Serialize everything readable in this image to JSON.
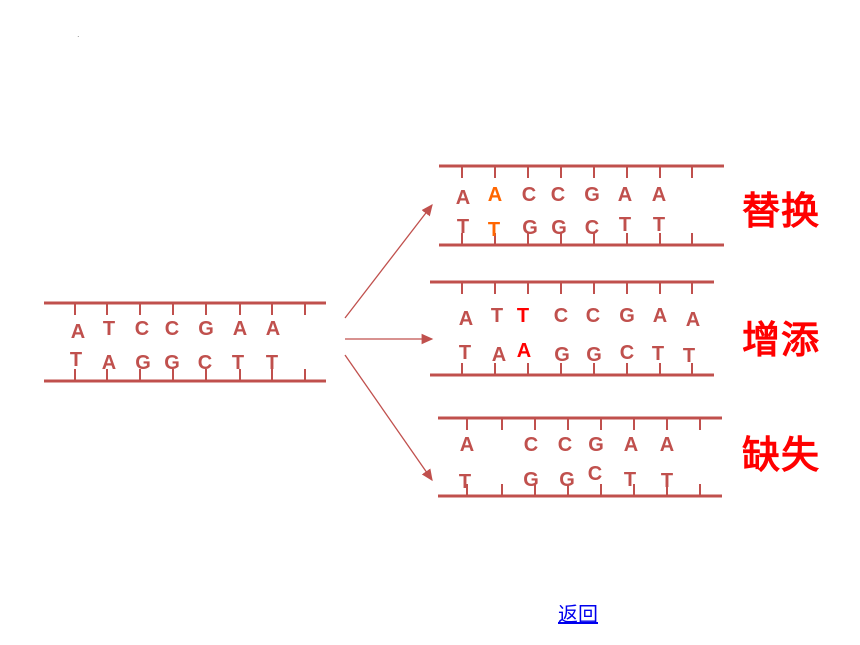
{
  "colors": {
    "strand": "#c0504d",
    "base": "#c0504d",
    "highlight_orange": "#ff6600",
    "highlight_red": "#ff0000",
    "arrow": "#c0504d",
    "link": "#0000ee"
  },
  "labels": {
    "substitution": "替换",
    "insertion": "增添",
    "deletion": "缺失"
  },
  "back_link": "返回",
  "dot": ".",
  "original": {
    "top": [
      "A",
      "T",
      "C",
      "C",
      "G",
      "A",
      "A"
    ],
    "bottom": [
      "T",
      "A",
      "G",
      "G",
      "C",
      "T",
      "T"
    ]
  },
  "substitution": {
    "top": [
      "A",
      "A",
      "C",
      "C",
      "G",
      "A",
      "A"
    ],
    "bottom": [
      "T",
      "T",
      "G",
      "G",
      "C",
      "T",
      "T"
    ],
    "changed_index": 1
  },
  "insertion": {
    "top": [
      "A",
      "T",
      "T",
      "C",
      "C",
      "G",
      "A",
      "A"
    ],
    "bottom": [
      "T",
      "A",
      "A",
      "G",
      "G",
      "C",
      "T",
      "T"
    ],
    "inserted_index": 2
  },
  "deletion": {
    "top": [
      "A",
      "C",
      "C",
      "G",
      "A",
      "A"
    ],
    "bottom": [
      "T",
      "G",
      "G",
      "C",
      "T",
      "T"
    ]
  }
}
